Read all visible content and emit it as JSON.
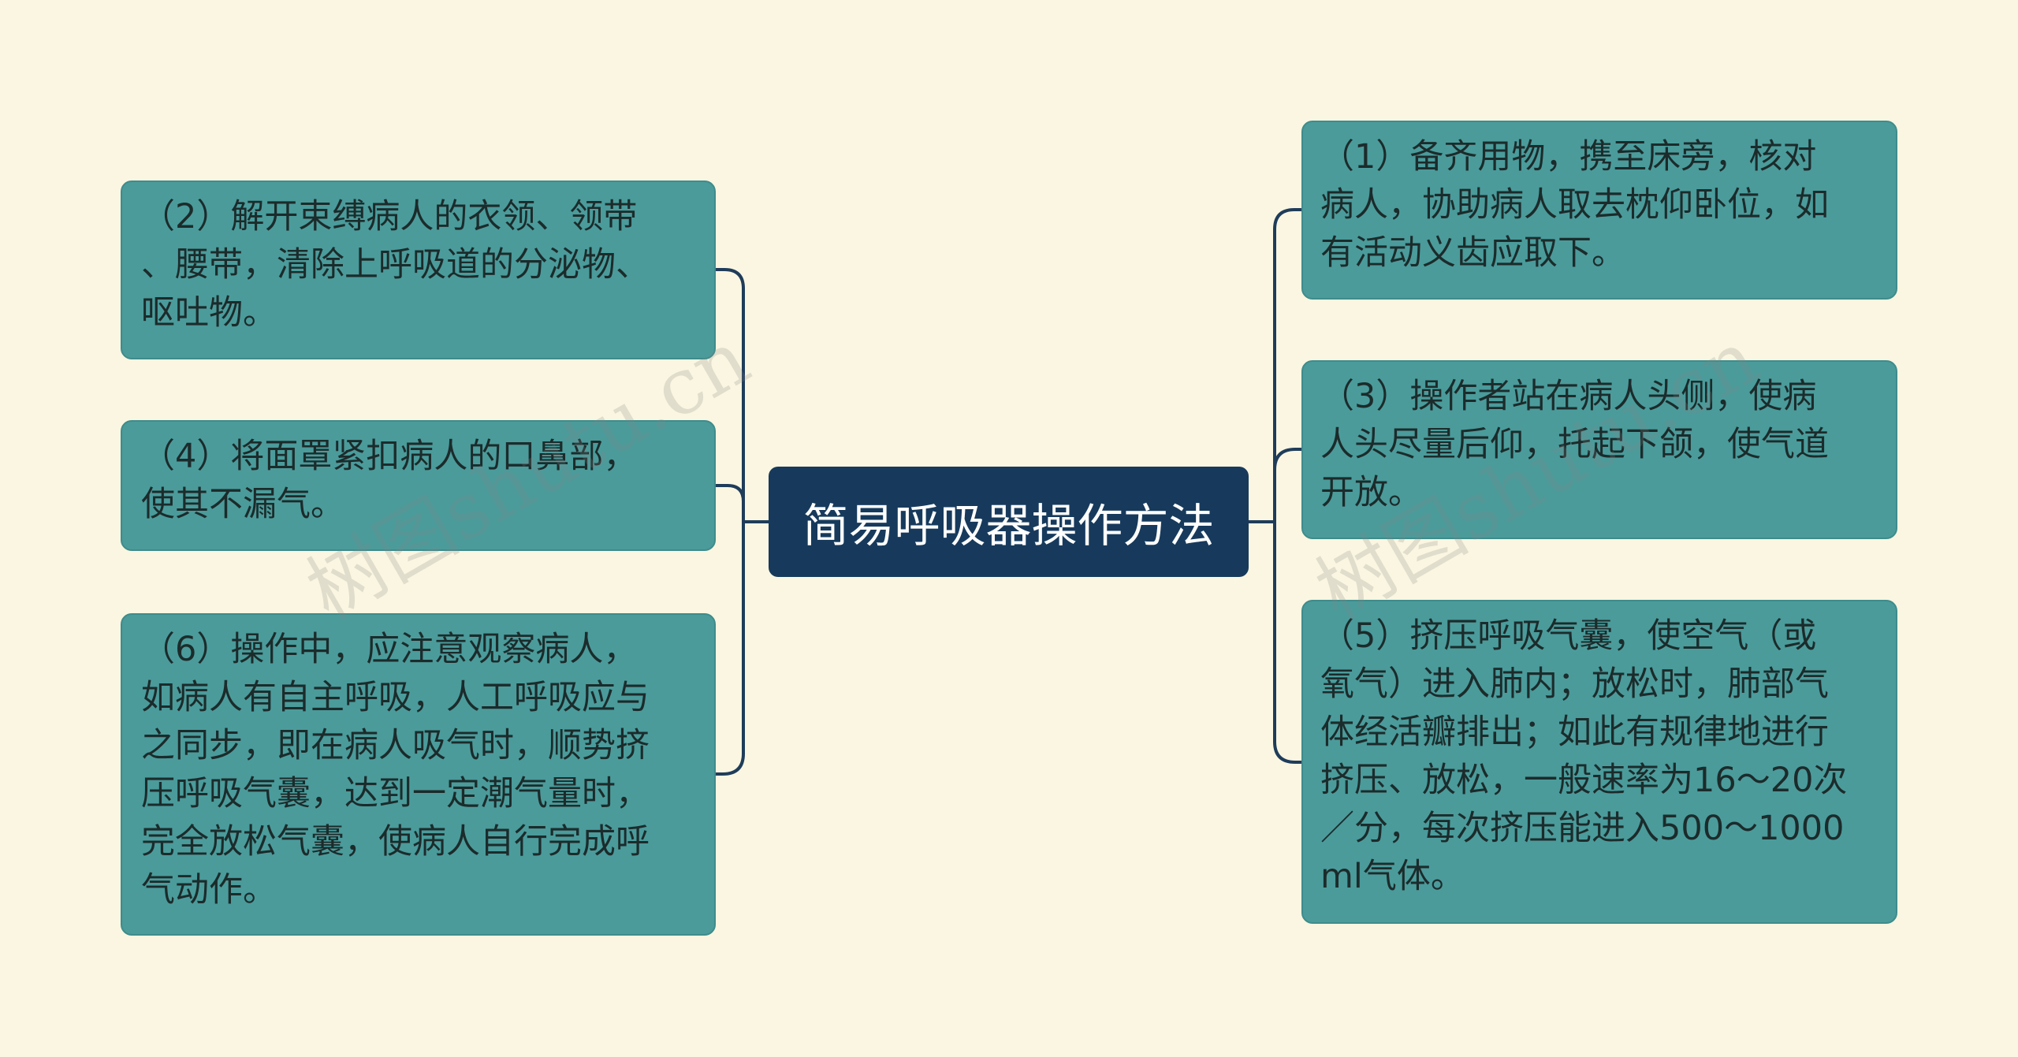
{
  "mindmap": {
    "root": {
      "label": "简易呼吸器操作方法"
    },
    "left_branches": [
      {
        "text": "（2）解开束缚病人的衣领、领带\n、腰带，清除上呼吸道的分泌物、\n呕吐物。"
      },
      {
        "text": "（4）将面罩紧扣病人的口鼻部，\n使其不漏气。"
      },
      {
        "text": "（6）操作中，应注意观察病人，\n如病人有自主呼吸，人工呼吸应与\n之同步，即在病人吸气时，顺势挤\n压呼吸气囊，达到一定潮气量时，\n完全放松气囊，使病人自行完成呼\n气动作。"
      }
    ],
    "right_branches": [
      {
        "text": "（1）备齐用物，携至床旁，核对\n病人，协助病人取去枕仰卧位，如\n有活动义齿应取下。"
      },
      {
        "text": "（3）操作者站在病人头侧，使病\n人头尽量后仰，托起下颌，使气道\n开放。"
      },
      {
        "text": "（5）挤压呼吸气囊，使空气（或\n氧气）进入肺内；放松时，肺部气\n体经活瓣排出；如此有规律地进行\n挤压、放松，一般速率为16～20次\n／分，每次挤压能进入500～1000\nml气体。"
      }
    ]
  },
  "watermark": {
    "text": "树图shutu.cn"
  },
  "colors": {
    "background": "#faf6e1",
    "root_fill": "#173a5c",
    "node_fill": "#4b9b9b",
    "connector": "#1f3c5a"
  }
}
